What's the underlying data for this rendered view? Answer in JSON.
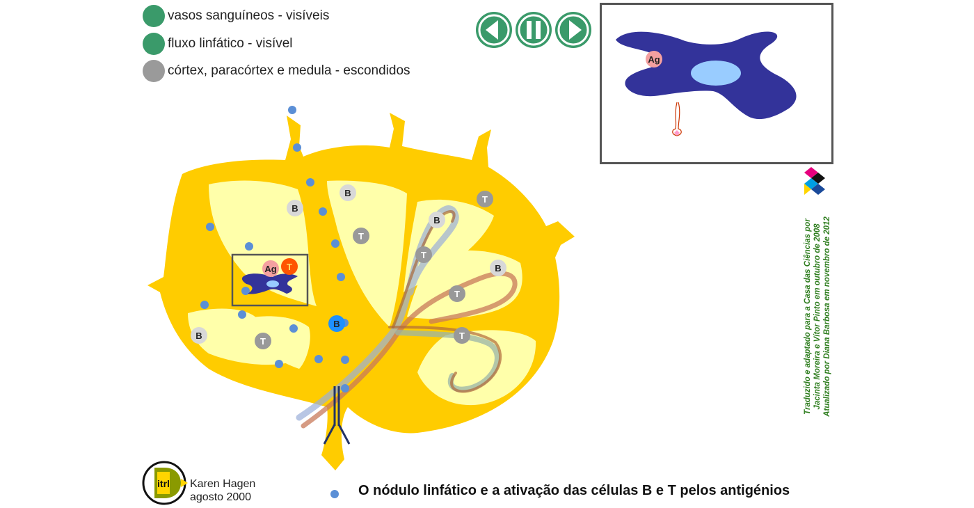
{
  "legend": {
    "items": [
      {
        "label": "vasos sanguíneos - visíveis",
        "color": "#3a9a6a"
      },
      {
        "label": "fluxo linfático - visível",
        "color": "#3a9a6a"
      },
      {
        "label": "córtex, paracórtex e medula - escondidos",
        "color": "#9a9a9a"
      }
    ]
  },
  "controls": {
    "color": "#3a9a6a",
    "items": [
      {
        "name": "rewind-button",
        "icon": "rewind-icon"
      },
      {
        "name": "pause-button",
        "icon": "pause-icon"
      },
      {
        "name": "play-button",
        "icon": "play-icon"
      }
    ]
  },
  "cells": {
    "b": "B",
    "t": "T",
    "ag": "Ag"
  },
  "inset": {
    "ag_label": "Ag"
  },
  "credits": {
    "line1": "Traduzido e adaptado para a Casa das Ciências por",
    "line2": "Jacinta Moreira e Vítor Pinto em outubro de 2008",
    "line3": "Atualizado por Diana Barbosa em novembro de 2012"
  },
  "author": {
    "logo_text": "itrl",
    "name": "Karen Hagen",
    "date": "agosto 2000"
  },
  "title": "O nódulo linfático e a ativação das células B e T pelos antigénios",
  "colors": {
    "node": "#ffcc00",
    "cortex": "#ffffaa",
    "vessel_dot": "#5b8fd6",
    "dendritic": "#33339a",
    "b_active": "#1e90ff",
    "t_active": "#ff5500"
  }
}
